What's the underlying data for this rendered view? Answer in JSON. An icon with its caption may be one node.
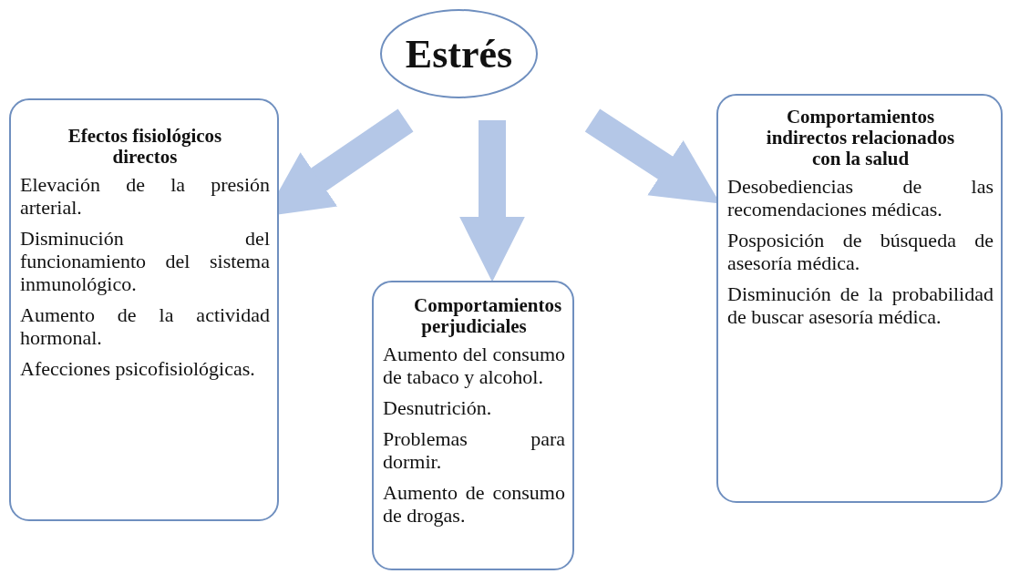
{
  "diagram": {
    "nodes": [
      {
        "text": [
          "Estrés"
        ]
      },
      {
        "text": [
          "Efectos fisiológicos directos",
          "Elevación de la presión arterial.",
          "Disminución del funcionamiento del sistema inmunológico.",
          "Aumento de la actividad hormonal.",
          "Afecciones psicofisiológicas."
        ]
      },
      {
        "text": [
          "Comportamientos perjudiciales",
          "Aumento del consumo de tabaco y alcohol.",
          "Desnutrición.",
          "Problemas para dormir.",
          "Aumento de consumo de drogas."
        ]
      },
      {
        "text": [
          "Comportamientos indirectos relacionados con la salud",
          "Desobediencias de las recomendaciones médicas.",
          "Posposición de búsqueda de asesoría médica.",
          "Disminución de la probabilidad de buscar asesoría médica."
        ]
      }
    ],
    "edges": [
      {
        "from": 0,
        "to": 1,
        "arrow": "to",
        "color": "#b4c7e7"
      },
      {
        "from": 0,
        "to": 2,
        "arrow": "to",
        "color": "#b4c7e7"
      },
      {
        "from": 0,
        "to": 3,
        "arrow": "to",
        "color": "#b4c7e7"
      }
    ]
  }
}
